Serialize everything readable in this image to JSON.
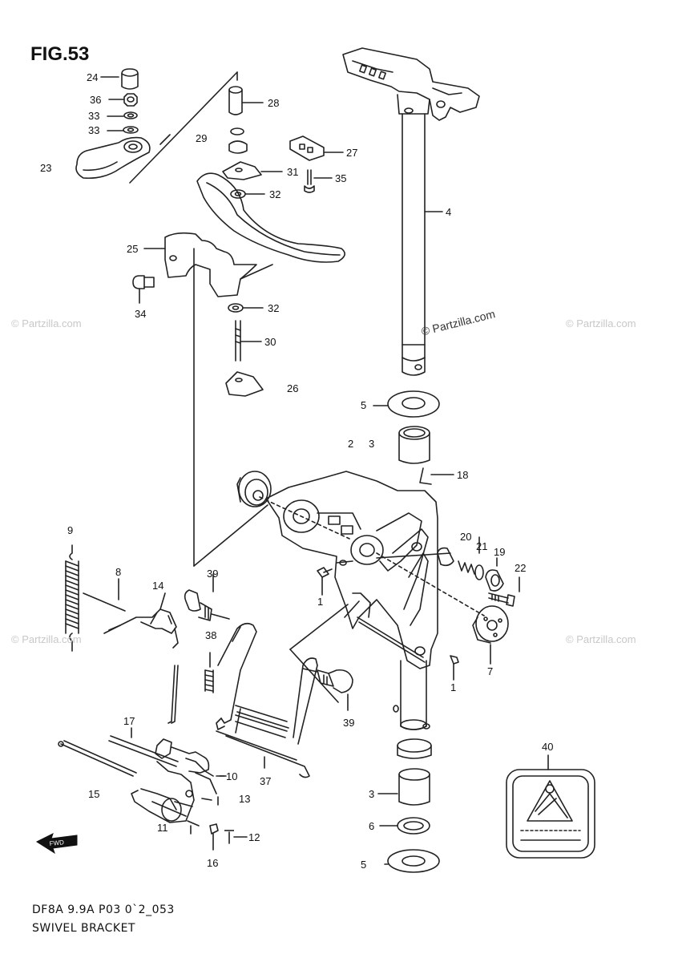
{
  "figure": {
    "title": "FIG.53",
    "footer_code": "DF8A 9.9A P03 0`2_053",
    "footer_name": "SWIVEL BRACKET"
  },
  "watermark": {
    "main": "© Partzilla.com",
    "faint": "© Partzilla.com"
  },
  "callouts": [
    "24",
    "36",
    "33",
    "33",
    "23",
    "28",
    "29",
    "27",
    "31",
    "35",
    "32",
    "25",
    "34",
    "32",
    "30",
    "26",
    "4",
    "5",
    "2",
    "3",
    "18",
    "9",
    "8",
    "14",
    "39",
    "1",
    "20",
    "21",
    "19",
    "22",
    "7",
    "38",
    "1",
    "39",
    "17",
    "15",
    "10",
    "13",
    "37",
    "11",
    "16",
    "12",
    "40",
    "3",
    "6",
    "5"
  ],
  "front_label": "FWD"
}
